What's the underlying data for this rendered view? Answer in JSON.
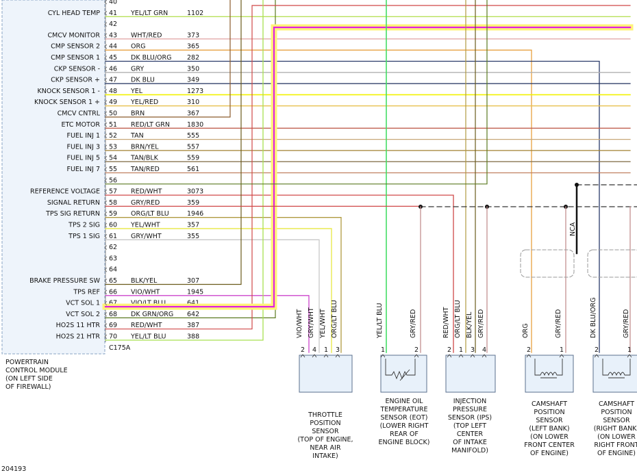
{
  "diagram_id": "204193",
  "connector": "C175A",
  "module_label": [
    "POWERTRAIN",
    "CONTROL MODULE",
    "(ON LEFT SIDE",
    "OF FIREWALL)"
  ],
  "pins": [
    {
      "pin": "40",
      "func": "",
      "color": "",
      "circuit": ""
    },
    {
      "pin": "41",
      "func": "CYL HEAD TEMP",
      "color": "YEL/LT GRN",
      "circuit": "1102"
    },
    {
      "pin": "42",
      "func": "",
      "color": "",
      "circuit": ""
    },
    {
      "pin": "43",
      "func": "CMCV MONITOR",
      "color": "WHT/RED",
      "circuit": "373"
    },
    {
      "pin": "44",
      "func": "CMP SENSOR 2",
      "color": "ORG",
      "circuit": "365"
    },
    {
      "pin": "45",
      "func": "CMP SENSOR 1",
      "color": "DK BLU/ORG",
      "circuit": "282"
    },
    {
      "pin": "46",
      "func": "CKP SENSOR -",
      "color": "GRY",
      "circuit": "350"
    },
    {
      "pin": "47",
      "func": "CKP SENSOR +",
      "color": "DK BLU",
      "circuit": "349"
    },
    {
      "pin": "48",
      "func": "KNOCK SENSOR 1 -",
      "color": "YEL",
      "circuit": "1273"
    },
    {
      "pin": "49",
      "func": "KNOCK SENSOR 1 +",
      "color": "YEL/RED",
      "circuit": "310"
    },
    {
      "pin": "50",
      "func": "CMCV CNTRL",
      "color": "BRN",
      "circuit": "367"
    },
    {
      "pin": "51",
      "func": "ETC MOTOR",
      "color": "RED/LT GRN",
      "circuit": "1830"
    },
    {
      "pin": "52",
      "func": "FUEL INJ 1",
      "color": "TAN",
      "circuit": "555"
    },
    {
      "pin": "53",
      "func": "FUEL INJ 3",
      "color": "BRN/YEL",
      "circuit": "557"
    },
    {
      "pin": "54",
      "func": "FUEL INJ 5",
      "color": "TAN/BLK",
      "circuit": "559"
    },
    {
      "pin": "55",
      "func": "FUEL INJ 7",
      "color": "TAN/RED",
      "circuit": "561"
    },
    {
      "pin": "56",
      "func": "",
      "color": "",
      "circuit": ""
    },
    {
      "pin": "57",
      "func": "REFERENCE VOLTAGE",
      "color": "RED/WHT",
      "circuit": "3073"
    },
    {
      "pin": "58",
      "func": "SIGNAL RETURN",
      "color": "GRY/RED",
      "circuit": "359"
    },
    {
      "pin": "59",
      "func": "TPS SIG RETURN",
      "color": "ORG/LT BLU",
      "circuit": "1946"
    },
    {
      "pin": "60",
      "func": "TPS 2 SIG",
      "color": "YEL/WHT",
      "circuit": "357"
    },
    {
      "pin": "61",
      "func": "TPS 1 SIG",
      "color": "GRY/WHT",
      "circuit": "355"
    },
    {
      "pin": "62",
      "func": "",
      "color": "",
      "circuit": ""
    },
    {
      "pin": "63",
      "func": "",
      "color": "",
      "circuit": ""
    },
    {
      "pin": "64",
      "func": "",
      "color": "",
      "circuit": ""
    },
    {
      "pin": "65",
      "func": "BRAKE PRESSURE SW",
      "color": "BLK/YEL",
      "circuit": "307"
    },
    {
      "pin": "66",
      "func": "TPS REF",
      "color": "VIO/WHT",
      "circuit": "1945"
    },
    {
      "pin": "67",
      "func": "VCT SOL 1",
      "color": "VIO/LT BLU",
      "circuit": "641"
    },
    {
      "pin": "68",
      "func": "VCT SOL 2",
      "color": "DK GRN/ORG",
      "circuit": "642"
    },
    {
      "pin": "69",
      "func": "HO2S 11 HTR",
      "color": "RED/WHT",
      "circuit": "387"
    },
    {
      "pin": "70",
      "func": "HO2S 21 HTR",
      "color": "YEL/LT BLU",
      "circuit": "388"
    }
  ],
  "sensors": [
    {
      "id": "tps",
      "title": [
        "THROTTLE",
        "POSITION",
        "SENSOR",
        "(TOP OF ENGINE,",
        "NEAR AIR",
        "INTAKE)"
      ],
      "pins": [
        {
          "pin": "2",
          "color": "VIO/WHT"
        },
        {
          "pin": "4",
          "color": "GRY/WHT"
        },
        {
          "pin": "1",
          "color": "YEL/WHT"
        },
        {
          "pin": "3",
          "color": "ORG/LT BLU"
        }
      ]
    },
    {
      "id": "eot",
      "title": [
        "ENGINE OIL",
        "TEMPERATURE",
        "SENSOR (EOT)",
        "(LOWER RIGHT",
        "REAR OF",
        "ENGINE BLOCK)"
      ],
      "pins": [
        {
          "pin": "1",
          "color": "YEL/LT BLU"
        },
        {
          "pin": "2",
          "color": "GRY/RED"
        }
      ]
    },
    {
      "id": "ips",
      "title": [
        "INJECTION",
        "PRESSURE",
        "SENSOR (IPS)",
        "(TOP LEFT",
        "CENTER",
        "OF INTAKE",
        "MANIFOLD)"
      ],
      "pins": [
        {
          "pin": "2",
          "color": "RED/WHT"
        },
        {
          "pin": "1",
          "color": "ORG/LT BLU"
        },
        {
          "pin": "3",
          "color": "BLK/YEL"
        },
        {
          "pin": "4",
          "color": "GRY/RED"
        }
      ]
    },
    {
      "id": "cmp-left",
      "title": [
        "CAMSHAFT",
        "POSITION",
        "SENSOR",
        "(LEFT BANK)",
        "(ON LOWER",
        "FRONT CENTER",
        "OF ENGINE)"
      ],
      "pins": [
        {
          "pin": "2",
          "color": "ORG"
        },
        {
          "pin": "1",
          "color": "GRY/RED"
        }
      ]
    },
    {
      "id": "cmp-right",
      "title": [
        "CAMSHAFT",
        "POSITION",
        "SENSOR",
        "(RIGHT BANK)",
        "(ON LOWER",
        "RIGHT FRONT",
        "OF ENGINE)"
      ],
      "pins": [
        {
          "pin": "2",
          "color": "DK BLU/ORG"
        },
        {
          "pin": "1",
          "color": "GRY/RED"
        }
      ]
    }
  ],
  "splice_label": "NCA",
  "wire_colors": {
    "yel_lt_grn": "#b8e05a",
    "wht_red": "#e0a0a0",
    "org": "#e8a040",
    "dk_blu_org": "#2a3a6a",
    "gry": "#b0b0b0",
    "dk_blu": "#1f2f5c",
    "yel": "#f2f200",
    "yel_red": "#e8c050",
    "brn": "#8b5a2b",
    "red_lt_grn": "#c06050",
    "tan": "#c8a878",
    "brn_yel": "#a08030",
    "tan_blk": "#8a7550",
    "tan_red": "#c08060",
    "red_wht": "#d04848",
    "gry_red": "#c49090",
    "org_lt_blu": "#b09a40",
    "yel_wht": "#eaea50",
    "gry_wht": "#c8c8c8",
    "blk_yel": "#6a5a1a",
    "vio_wht": "#cc44cc",
    "vio_lt_blu": "#e020e0",
    "dk_grn_org": "#5a7a20",
    "yel_lt_blu": "#a8e050",
    "lt_grn": "#44dd66",
    "dashed": "#333333",
    "splice_bar": "#111111"
  }
}
